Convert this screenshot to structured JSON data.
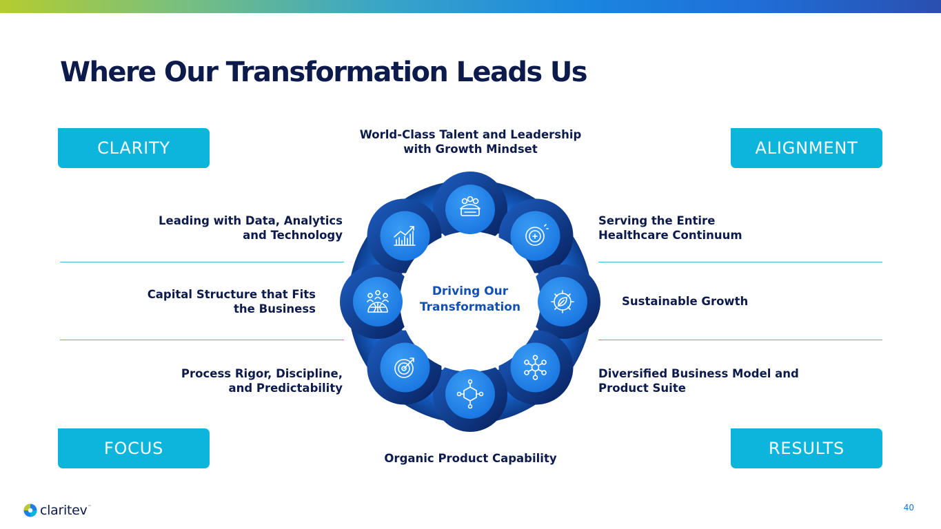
{
  "slide": {
    "title": "Where Our Transformation Leads Us",
    "page_number": "40"
  },
  "corners": {
    "top_left": "CLARITY",
    "top_right": "ALIGNMENT",
    "bottom_left": "FOCUS",
    "bottom_right": "RESULTS"
  },
  "center": {
    "line1": "Driving Our",
    "line2": "Transformation"
  },
  "pillars": {
    "top": [
      "World-Class Talent and Leadership",
      "with Growth Mindset"
    ],
    "upper_left": [
      "Leading with Data, Analytics",
      "and Technology"
    ],
    "middle_left": [
      "Capital Structure that Fits",
      "the Business"
    ],
    "lower_left": [
      "Process Rigor, Discipline,",
      "and Predictability"
    ],
    "bottom": [
      "Organic Product Capability"
    ],
    "upper_right": [
      "Serving the Entire",
      "Healthcare Continuum"
    ],
    "middle_right": [
      "Sustainable Growth"
    ],
    "lower_right": [
      "Diversified Business Model and",
      "Product Suite"
    ]
  },
  "icons": {
    "top": "team-handshake-icon",
    "upper_right": "medical-cross-icon",
    "right": "gear-leaf-icon",
    "lower_right": "network-nodes-icon",
    "bottom": "product-network-icon",
    "lower_left": "target-icon",
    "left": "global-people-icon",
    "upper_left": "chart-growth-icon"
  },
  "logo": {
    "brand": "claritev",
    "trademark": "™"
  },
  "colors": {
    "pill": "#0db4dc",
    "title": "#0d1b4c",
    "ring_dark": "#0a2a6b",
    "ring_bright": "#1f7fe6",
    "rule": "#49b9d3",
    "page_number": "#1f6fd8"
  }
}
